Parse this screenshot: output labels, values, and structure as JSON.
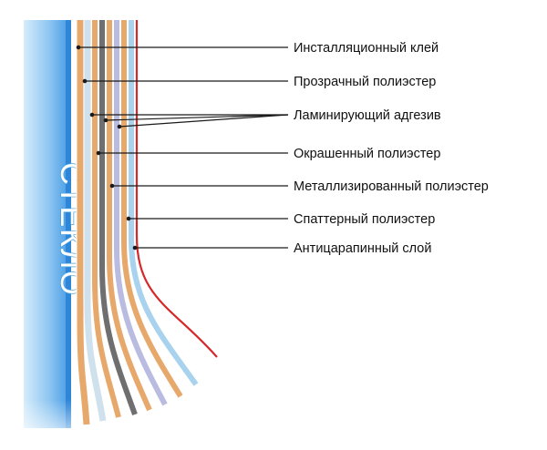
{
  "glass": {
    "label": "СТЕКЛО",
    "color_light": "#d6ecfb",
    "color_dark": "#3f97e6"
  },
  "layers": [
    {
      "id": "installation-adhesive",
      "color": "#e7a86b",
      "labeled": true
    },
    {
      "id": "clear-polyester",
      "color": "#cfe1ec",
      "labeled": true
    },
    {
      "id": "laminating-adhesive-1",
      "color": "#e7a86b",
      "labeled": true
    },
    {
      "id": "dyed-polyester",
      "color": "#6f6f6f",
      "labeled": true
    },
    {
      "id": "laminating-adhesive-2",
      "color": "#e7a86b",
      "labeled": true
    },
    {
      "id": "metallized-polyester",
      "color": "#b9bbe0",
      "labeled": true
    },
    {
      "id": "laminating-adhesive-3",
      "color": "#e7a86b",
      "labeled": true
    },
    {
      "id": "sputtered-polyester",
      "color": "#a9d2ee",
      "labeled": true
    },
    {
      "id": "scratch-resistant-coat",
      "color": "#d4282a",
      "labeled": true
    }
  ],
  "callouts": [
    {
      "text": "Инсталляционный клей"
    },
    {
      "text": "Прозрачный полиэстер"
    },
    {
      "text": "Ламинирующий адгезив"
    },
    {
      "text": "Окрашенный полиэстер"
    },
    {
      "text": "Металлизированный полиэстер"
    },
    {
      "text": "Спаттерный полиэстер"
    },
    {
      "text": "Антицарапинный слой"
    }
  ]
}
